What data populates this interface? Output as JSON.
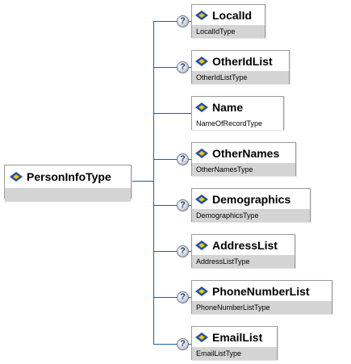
{
  "root": {
    "name": "PersonInfoType",
    "icon": "element-icon"
  },
  "children": [
    {
      "name": "LocalId",
      "type": "LocalIdType",
      "optional": true
    },
    {
      "name": "OtherIdList",
      "type": "OtherIdListType",
      "optional": true
    },
    {
      "name": "Name",
      "type": "NameOfRecordType",
      "optional": false
    },
    {
      "name": "OtherNames",
      "type": "OtherNamesType",
      "optional": true
    },
    {
      "name": "Demographics",
      "type": "DemographicsType",
      "optional": true
    },
    {
      "name": "AddressList",
      "type": "AddressListType",
      "optional": true
    },
    {
      "name": "PhoneNumberList",
      "type": "PhoneNumberListType",
      "optional": true
    },
    {
      "name": "EmailList",
      "type": "EmailListType",
      "optional": true
    }
  ],
  "optional_marker": "?",
  "colors": {
    "connector": "#1f5f9a",
    "type_bar": "#d4d4d4",
    "border": "#9a9a9a"
  }
}
